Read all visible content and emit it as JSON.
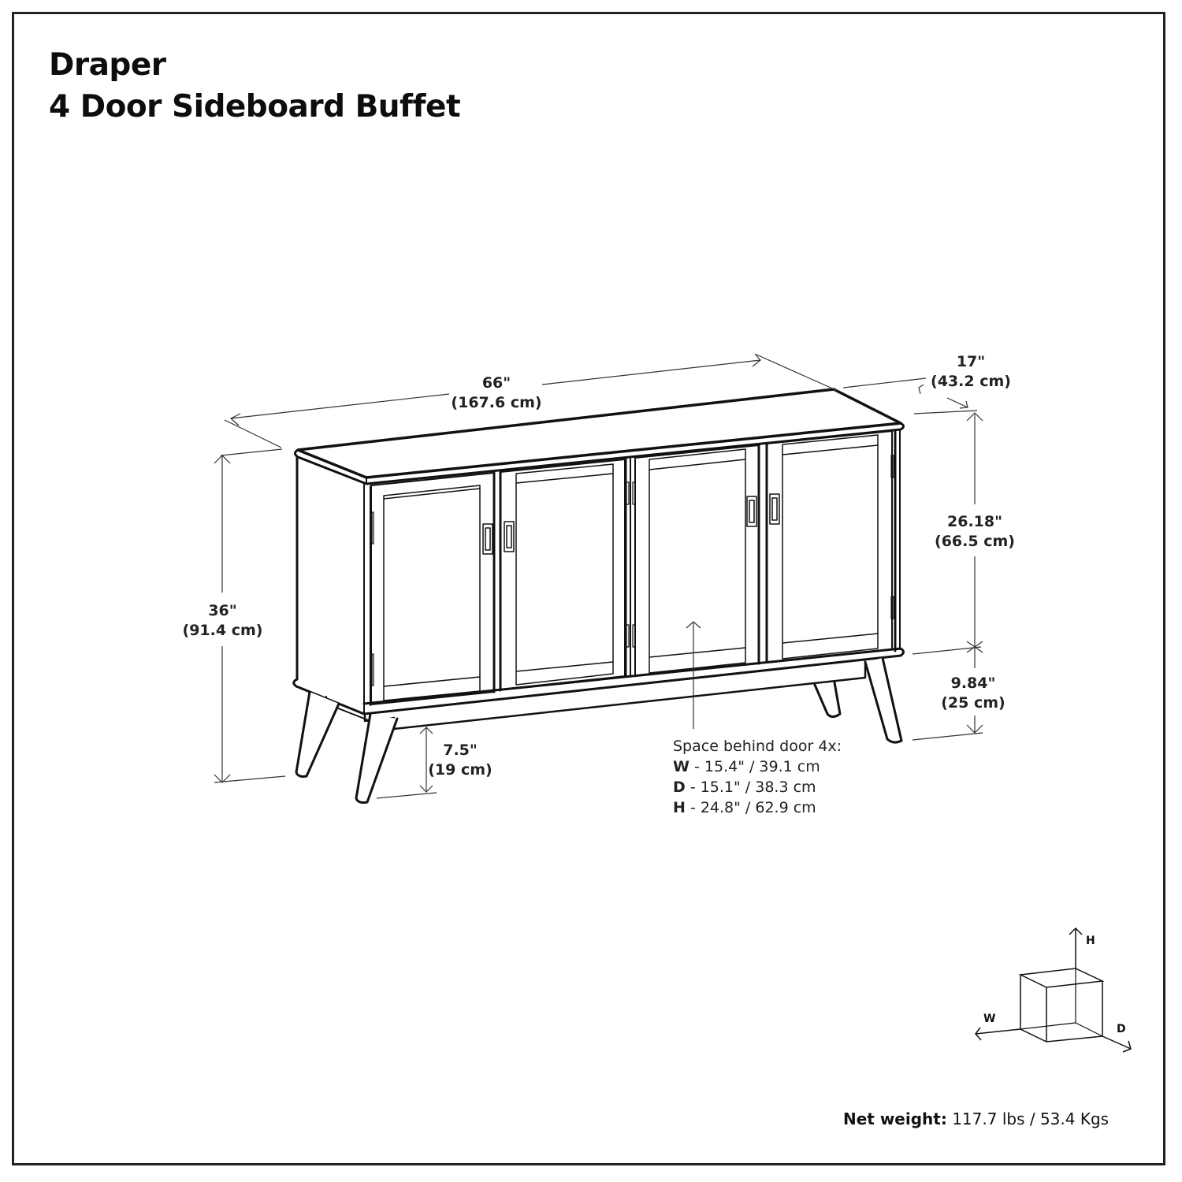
{
  "title": {
    "line1": "Draper",
    "line2": "4 Door Sideboard Buffet"
  },
  "dimensions": {
    "width": {
      "imperial": "66\"",
      "metric": "(167.6 cm)"
    },
    "depth": {
      "imperial": "17\"",
      "metric": "(43.2 cm)"
    },
    "total_height": {
      "imperial": "36\"",
      "metric": "(91.4 cm)"
    },
    "cabinet_height": {
      "imperial": "26.18\"",
      "metric": "(66.5 cm)"
    },
    "leg_height": {
      "imperial": "9.84\"",
      "metric": "(25 cm)"
    },
    "floor_clearance": {
      "imperial": "7.5\"",
      "metric": "(19 cm)"
    }
  },
  "space_behind_door": {
    "heading": "Space behind door 4x:",
    "rows": [
      {
        "key": "W",
        "value": " - 15.4\" / 39.1 cm"
      },
      {
        "key": "D",
        "value": " - 15.1\" / 38.3 cm"
      },
      {
        "key": "H",
        "value": " - 24.8\" / 62.9 cm"
      }
    ]
  },
  "axis_legend": {
    "h": "H",
    "w": "W",
    "d": "D"
  },
  "net_weight": {
    "label": "Net weight:",
    "value": " 117.7 lbs / 53.4 Kgs"
  },
  "colors": {
    "line": "#111111",
    "dim_line": "#333333",
    "border": "#222222",
    "background": "#ffffff"
  }
}
